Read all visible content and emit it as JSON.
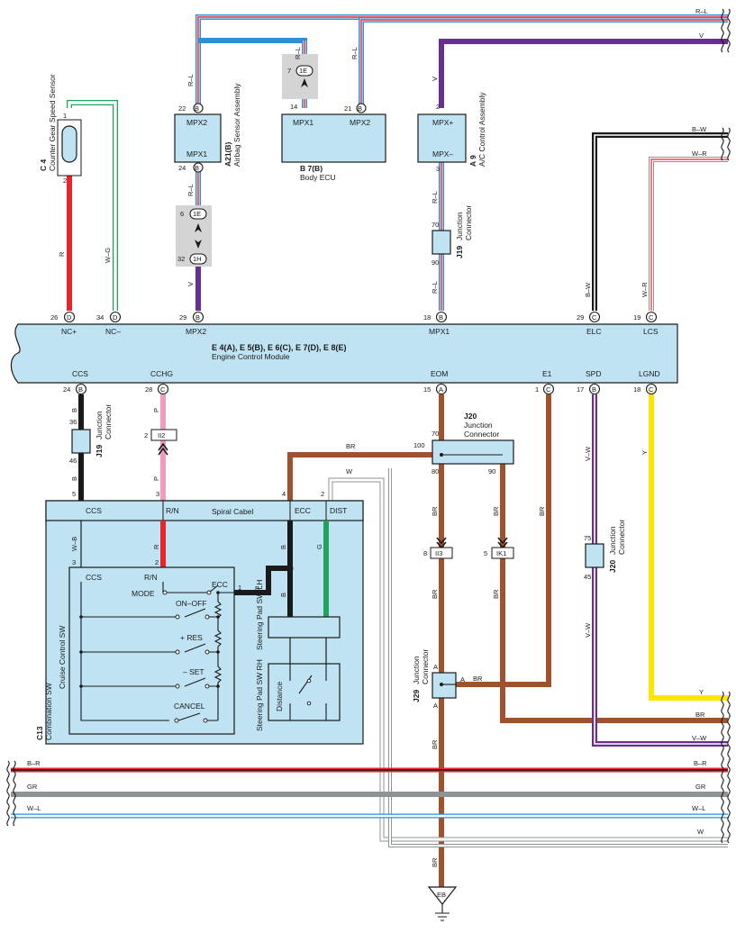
{
  "colors": {
    "red": "#e8262a",
    "violet": "#6a2e91",
    "brown": "#a0522d",
    "pink": "#f19bc0",
    "yellow": "#ffe600",
    "black": "#1a1a1a",
    "green": "#1ea35a",
    "gray": "#8e9396",
    "blue": "#2d8fd5",
    "module": "#bfe3f3"
  },
  "components": {
    "ecm_title": "E 4(A), E 5(B), E 6(C), E 7(D), E 8(E)",
    "ecm_name": "Engine Control Module",
    "bodyecu_code": "B 7(B)",
    "bodyecu_name": "Body ECU",
    "airbag_code": "A21(B)",
    "airbag_name": "Airbag Sensor Assembly",
    "ac_code": "A 9",
    "ac_name": "A/C Control Assembly",
    "sensor_code": "C 4",
    "sensor_name": "Counter Gear Speed Sensor",
    "combsw_code": "C13",
    "combsw_name": "Combination SW",
    "cruise_name": "Cruise Control SW",
    "spiral_name": "Spiral Cabel",
    "steer_lh": "Steering Pad SW LH",
    "steer_rh": "Steering Pad SW RH",
    "distance": "Distance",
    "j19": "J19",
    "j20": "J20",
    "j29": "J29",
    "junction": "Junction",
    "connector": "Connector",
    "eb": "EB"
  },
  "ecm_pins": {
    "nc_plus": "NC+",
    "nc_minus": "NC–",
    "mpx2": "MPX2",
    "mpx1": "MPX1",
    "elc": "ELC",
    "lcs": "LCS",
    "ccs": "CCS",
    "cchg": "CCHG",
    "eom": "EOM",
    "e1": "E1",
    "spd": "SPD",
    "lgnd": "LGND"
  },
  "module_pins": {
    "mpx1": "MPX1",
    "mpx2": "MPX2",
    "mpx_plus": "MPX+",
    "mpx_minus": "MPX–"
  },
  "switch_labels": {
    "ccs": "CCS",
    "rn": "R/N",
    "ecc": "ECC",
    "dist": "DIST",
    "mode": "MODE",
    "onoff": "ON–OFF",
    "res": "+ RES",
    "set": "– SET",
    "cancel": "CANCEL"
  },
  "pins": {
    "p1": "1",
    "p2": "2",
    "p3": "3",
    "p4": "4",
    "p5": "5",
    "p6": "6",
    "p7": "7",
    "p8": "8",
    "p14": "14",
    "p15": "15",
    "p17": "17",
    "p18": "18",
    "p19": "19",
    "p21": "21",
    "p22": "22",
    "p24": "24",
    "p26": "26",
    "p28": "28",
    "p29": "29",
    "p32": "32",
    "p34": "34",
    "p36": "36",
    "p45": "45",
    "p46": "46",
    "p70": "70",
    "p75": "75",
    "p80": "80",
    "p90": "90",
    "p100": "100",
    "b": "B",
    "c": "C",
    "d": "D",
    "a": "A",
    "one_e": "1E",
    "one_h": "1H",
    "ii2": "II2",
    "ii3": "II3",
    "ik1": "IK1"
  },
  "wires": {
    "rl": "R–L",
    "v": "V",
    "bw": "B–W",
    "wr": "W–R",
    "r": "R",
    "wg": "W–G",
    "b": "B",
    "p": "P",
    "br": "BR",
    "w": "W",
    "g": "G",
    "wb": "W–B",
    "vw": "V–W",
    "y": "Y",
    "br_bus": "B–R",
    "gr": "GR",
    "wl": "W–L"
  }
}
